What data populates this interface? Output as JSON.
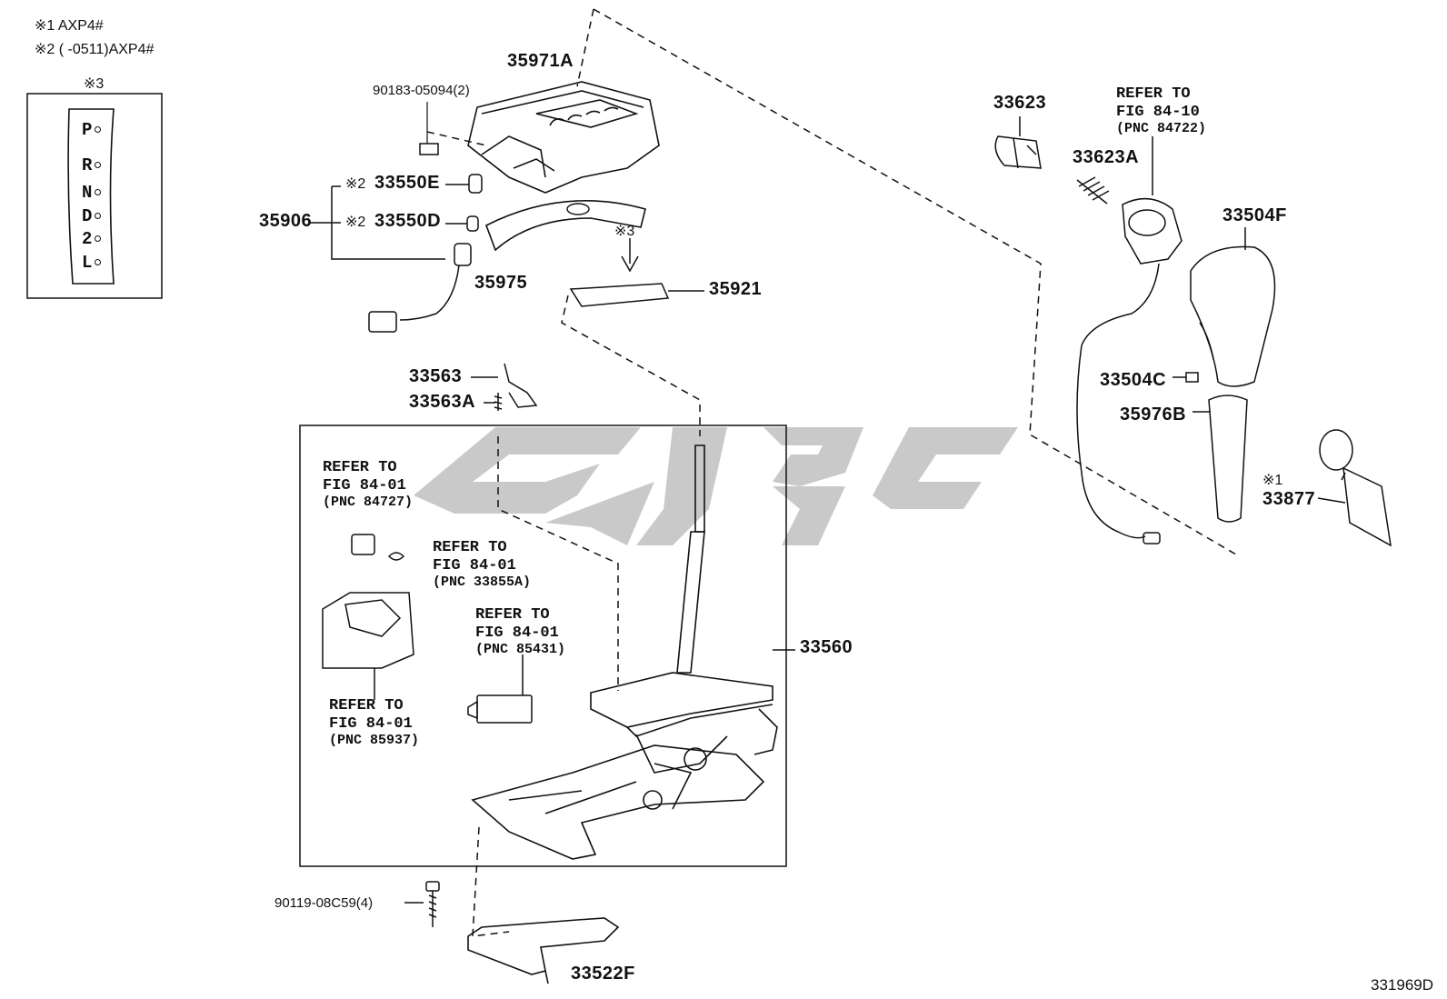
{
  "notes": {
    "note1": "※1 AXP4#",
    "note2": "※2 (      -0511)AXP4#",
    "note3_header": "※3"
  },
  "shift_gate": [
    "P",
    "R",
    "N",
    "D",
    "2",
    "L"
  ],
  "watermark_text": "",
  "parts": {
    "p90183": "90183-05094(2)",
    "p35971A": "35971A",
    "p33550E": "33550E",
    "p33550D": "33550D",
    "p35906": "35906",
    "p35975": "35975",
    "p35921": "35921",
    "p33563": "33563",
    "p33563A": "33563A",
    "p33560": "33560",
    "p90119": "90119-08C59(4)",
    "p33522F": "33522F",
    "p33623": "33623",
    "p33623A": "33623A",
    "p33504F": "33504F",
    "p33504C": "33504C",
    "p35976B": "35976B",
    "p33877": "33877"
  },
  "markers": {
    "m2a": "※2",
    "m2b": "※2",
    "m3": "※3",
    "m1": "※1"
  },
  "refs": {
    "r1_line1": "REFER TO",
    "r1_line2": "FIG 84-10",
    "r1_line3": "(PNC 84722)",
    "r2_line1": "REFER TO",
    "r2_line2": "FIG 84-01",
    "r2_line3": "(PNC 84727)",
    "r3_line1": "REFER TO",
    "r3_line2": "FIG 84-01",
    "r3_line3": "(PNC 33855A)",
    "r4_line1": "REFER TO",
    "r4_line2": "FIG 84-01",
    "r4_line3": "(PNC 85431)",
    "r5_line1": "REFER TO",
    "r5_line2": "FIG 84-01",
    "r5_line3": "(PNC 85937)"
  },
  "figure_id": "331969D",
  "colors": {
    "ink": "#111111",
    "watermark": "#c8c8c8",
    "background": "#ffffff"
  }
}
